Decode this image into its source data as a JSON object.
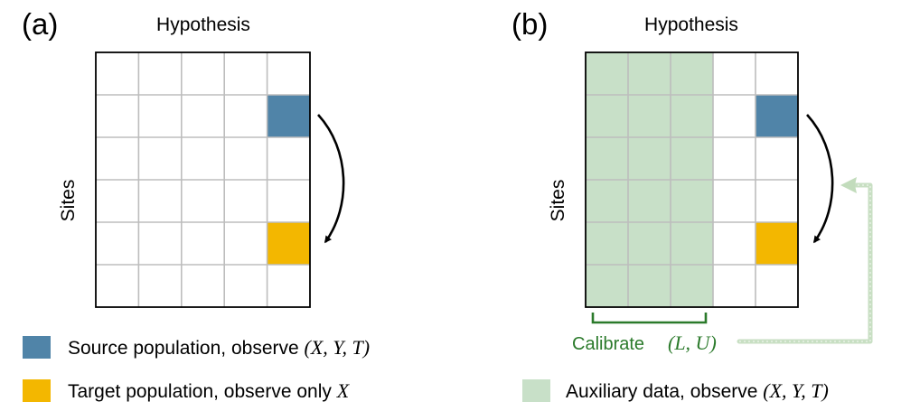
{
  "panel_a": {
    "label": "(a)",
    "column_label": "Hypothesis",
    "row_label": "Sites",
    "grid": {
      "rows": 6,
      "cols": 5
    },
    "source_cell": {
      "row": 1,
      "col": 4
    },
    "target_cell": {
      "row": 4,
      "col": 4
    }
  },
  "panel_b": {
    "label": "(b)",
    "column_label": "Hypothesis",
    "row_label": "Sites",
    "grid": {
      "rows": 6,
      "cols": 5
    },
    "auxiliary_cols": 3,
    "source_cell": {
      "row": 1,
      "col": 4
    },
    "target_cell": {
      "row": 4,
      "col": 4
    },
    "calibrate_text": "Calibrate",
    "calibrate_math": "(L, U)"
  },
  "legend": {
    "source": {
      "text": "Source population, observe",
      "math": "(X, Y, T)"
    },
    "target": {
      "text": "Target population, observe only",
      "math": "X"
    },
    "auxiliary": {
      "text": "Auxiliary data, observe",
      "math": "(X, Y, T)"
    }
  },
  "colors": {
    "source": "#5084a8",
    "target": "#f3b700",
    "auxiliary": "#c8e0c8",
    "auxiliary_arrow": "#c2dcbc",
    "calibrate": "#2b7a2b",
    "grid_line": "#bdbdbd",
    "frame": "#000000",
    "arrow": "#000000"
  }
}
